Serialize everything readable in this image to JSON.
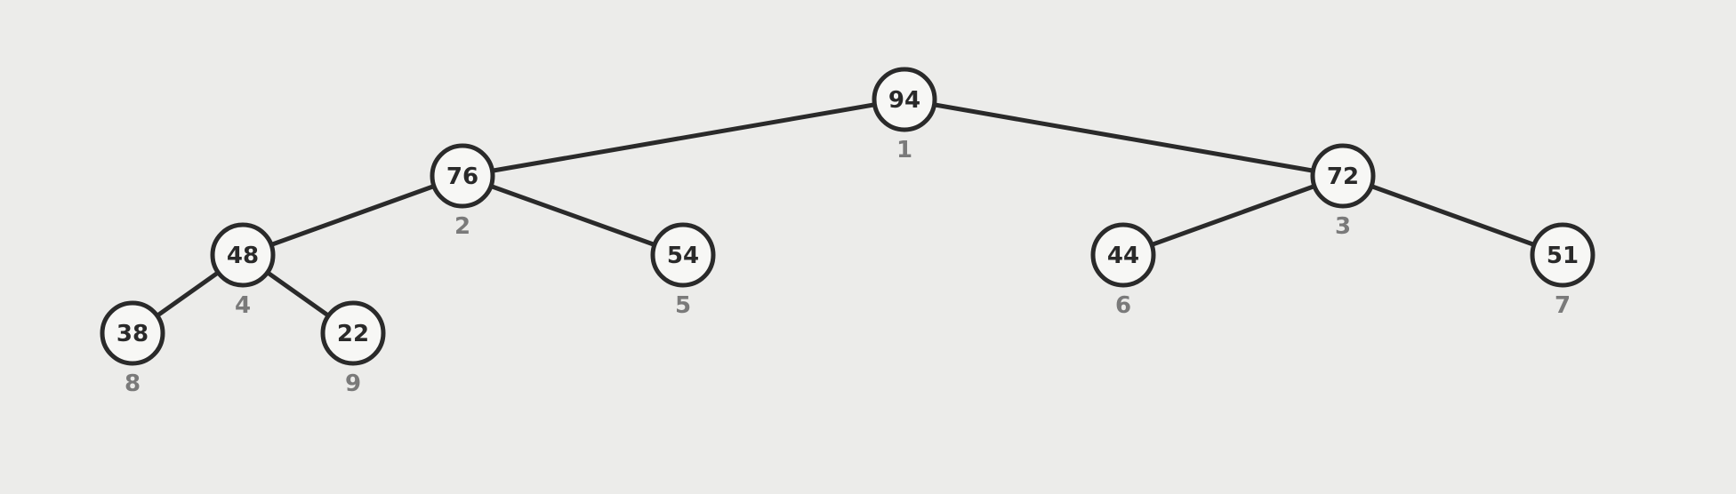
{
  "heap": {
    "nodes": [
      {
        "index": "1",
        "value": "94"
      },
      {
        "index": "2",
        "value": "76"
      },
      {
        "index": "3",
        "value": "72"
      },
      {
        "index": "4",
        "value": "48"
      },
      {
        "index": "5",
        "value": "54"
      },
      {
        "index": "6",
        "value": "44"
      },
      {
        "index": "7",
        "value": "51"
      },
      {
        "index": "8",
        "value": "38"
      },
      {
        "index": "9",
        "value": "22"
      }
    ],
    "edges": [
      {
        "from": "1",
        "to": "2"
      },
      {
        "from": "1",
        "to": "3"
      },
      {
        "from": "2",
        "to": "4"
      },
      {
        "from": "2",
        "to": "5"
      },
      {
        "from": "3",
        "to": "6"
      },
      {
        "from": "3",
        "to": "7"
      },
      {
        "from": "4",
        "to": "8"
      },
      {
        "from": "4",
        "to": "9"
      }
    ]
  },
  "colors": {
    "background": "#ececea",
    "stroke": "#2a2a2a",
    "node_fill": "#f7f7f5",
    "index_text": "#7a7a7a"
  }
}
